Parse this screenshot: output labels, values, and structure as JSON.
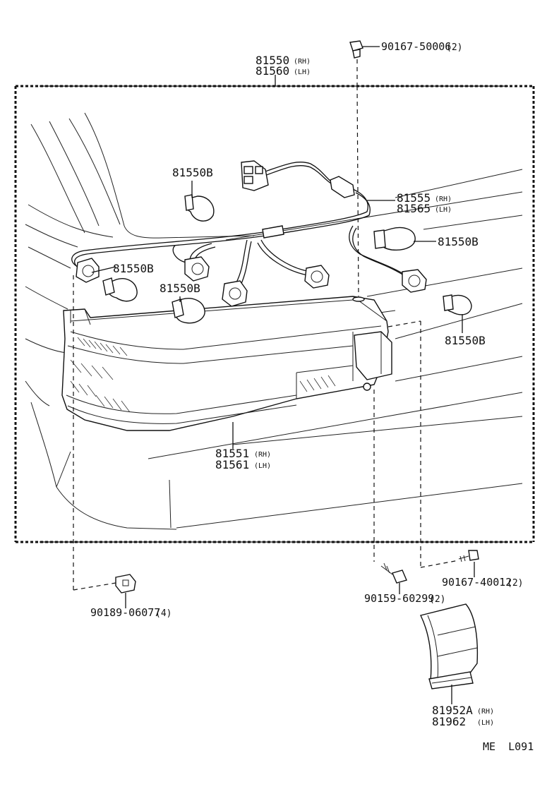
{
  "parts": {
    "screw_top": {
      "number": "90167-50006",
      "qty": "(2)"
    },
    "assembly": {
      "rh_number": "81550",
      "rh_side": "(RH)",
      "lh_number": "81560",
      "lh_side": "(LH)"
    },
    "socket_wire": {
      "rh_number": "81555",
      "rh_side": "(RH)",
      "lh_number": "81565",
      "lh_side": "(LH)"
    },
    "lens": {
      "rh_number": "81551",
      "rh_side": "(RH)",
      "lh_number": "81561",
      "lh_side": "(LH)"
    },
    "bulbs": [
      {
        "label": "81550B"
      },
      {
        "label": "81550B"
      },
      {
        "label": "81550B"
      },
      {
        "label": "81550B"
      },
      {
        "label": "81550B"
      }
    ],
    "nut": {
      "number": "90189-06077",
      "qty": "(4)"
    },
    "screw_lower": {
      "number": "90159-60299",
      "qty": "(2)"
    },
    "screw_right": {
      "number": "90167-40012",
      "qty": "(2)"
    },
    "side_lamp": {
      "rh_number": "81952A",
      "rh_side": "(RH)",
      "lh_number": "81962",
      "lh_side": "(LH)"
    }
  },
  "figure_code": "ME  L091"
}
